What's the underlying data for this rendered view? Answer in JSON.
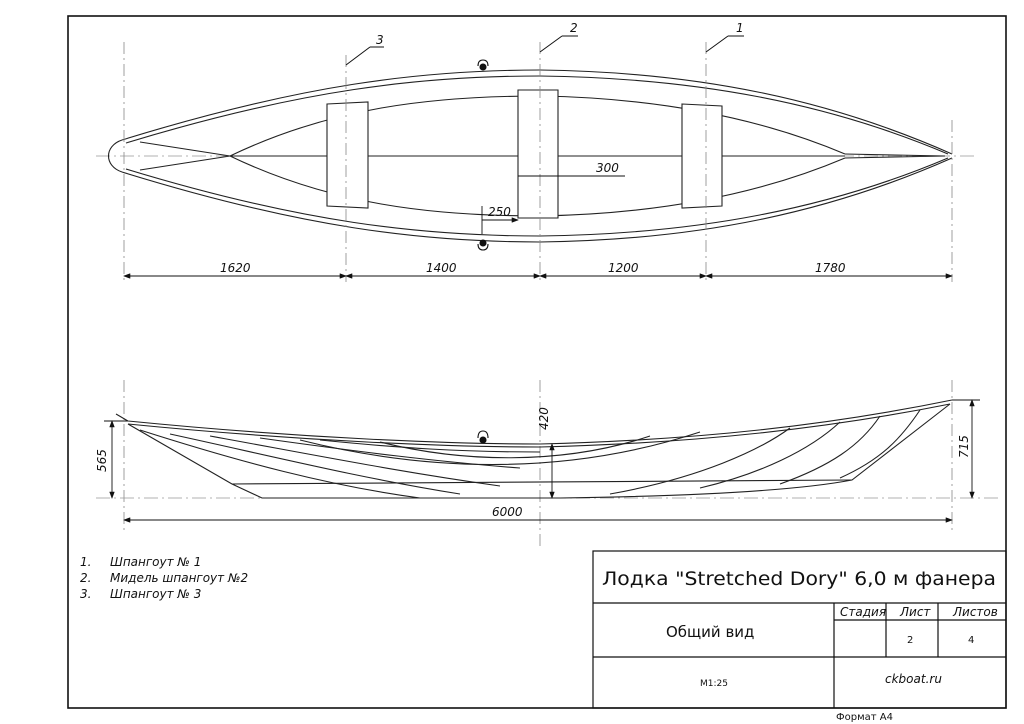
{
  "plan_view": {
    "section_markers": [
      "3",
      "2",
      "1"
    ],
    "spacing_dims": [
      "1620",
      "1400",
      "1200",
      "1780"
    ],
    "bench_dims": [
      "300",
      "250"
    ]
  },
  "side_view": {
    "dims": {
      "depth_mid": "420",
      "height_stern": "565",
      "height_bow": "715",
      "length": "6000"
    }
  },
  "legend": [
    {
      "num": "1.",
      "text": "Шпангоут № 1"
    },
    {
      "num": "2.",
      "text": "Мидель шпангоут №2"
    },
    {
      "num": "3.",
      "text": "Шпангоут № 3"
    }
  ],
  "title_block": {
    "title": "Лодка \"Stretched Dory\" 6,0 м фанера",
    "view_name": "Общий вид",
    "scale": "М1:25",
    "col_stage": "Стадия",
    "col_sheet": "Лист",
    "col_sheets": "Листов",
    "stage_value": "",
    "sheet_value": "2",
    "sheets_value": "4",
    "site": "ckboat.ru",
    "format": "Формат А4"
  }
}
